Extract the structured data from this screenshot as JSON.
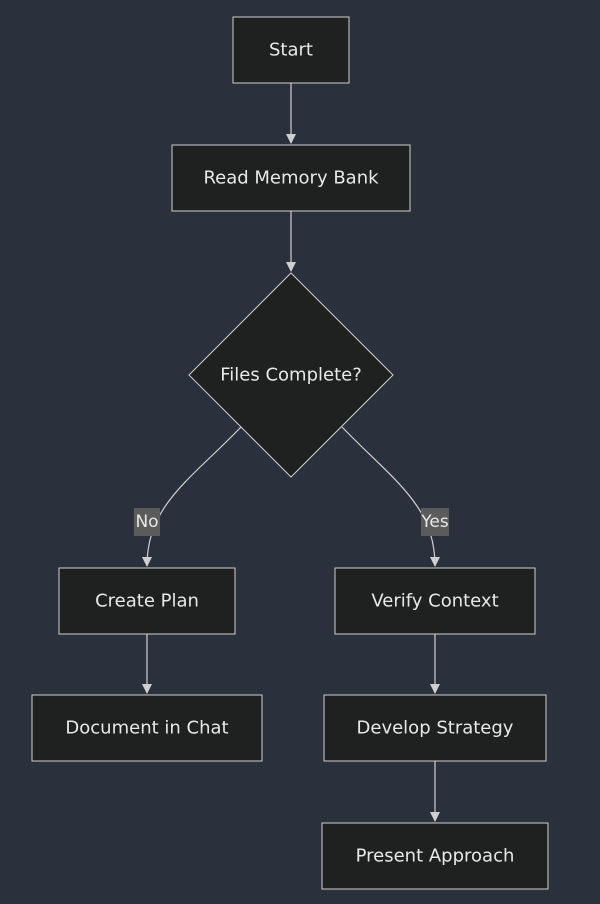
{
  "diagram": {
    "nodes": {
      "start": "Start",
      "read_memory_bank": "Read Memory Bank",
      "files_complete": "Files Complete?",
      "create_plan": "Create Plan",
      "document_in_chat": "Document in Chat",
      "verify_context": "Verify Context",
      "develop_strategy": "Develop Strategy",
      "present_approach": "Present Approach"
    },
    "edge_labels": {
      "no": "No",
      "yes": "Yes"
    },
    "colors": {
      "background": "#2b303d",
      "node_fill": "#1f2020",
      "node_stroke": "#cfcfcf",
      "text": "#e8e8e8",
      "edge_label_bg": "#5b5b5b"
    }
  }
}
